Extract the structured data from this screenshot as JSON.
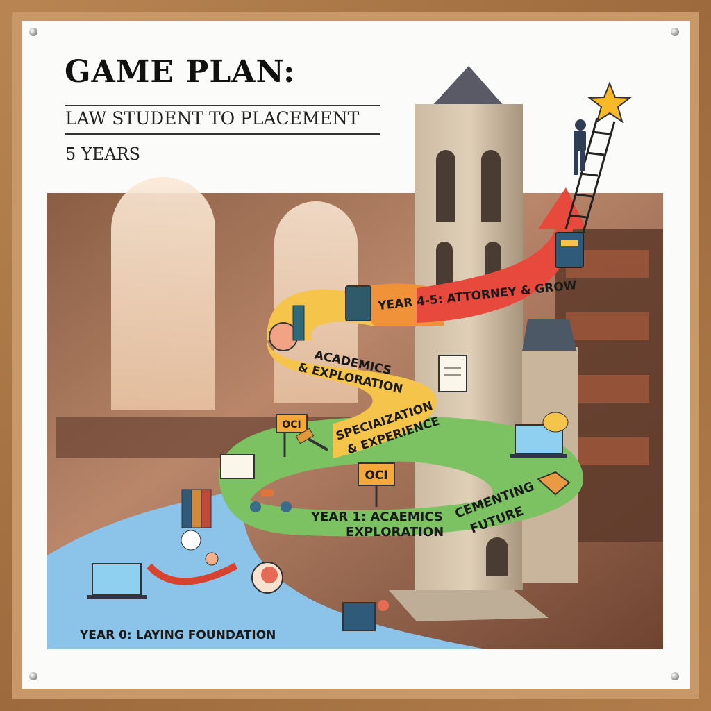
{
  "header": {
    "title": "GAME PLAN:",
    "subtitle": "LAW STUDENT TO PLACEMENT",
    "duration": "5 YEARS"
  },
  "path_stages": {
    "year0": "YEAR 0: LAYING FOUNDATION",
    "year1_line1": "YEAR 1: ACAEMICS",
    "year1_line2": "EXPLORATION",
    "cementing_line1": "CEMENTING",
    "cementing_line2": "FUTURE",
    "specialization_line1": "SPECIAIZATION",
    "specialization_line2": "& EXPERIENCE",
    "academics_line1": "ACADEMICS",
    "academics_line2": "& EXPLORATION",
    "year45": "YEAR 4-5: ATTORNEY & GROW"
  },
  "signs": {
    "oci_upper": "OCI",
    "oci_lower": "OCI"
  },
  "colors": {
    "foundation": "#8cc3e8",
    "green": "#7cc262",
    "yellow": "#f5c44a",
    "orange": "#f0923a",
    "red": "#e8493d",
    "frame": "#a8743f"
  }
}
